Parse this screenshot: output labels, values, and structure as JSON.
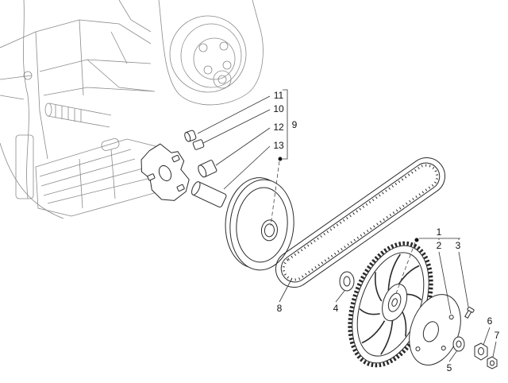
{
  "callouts": [
    "11",
    "10",
    "12",
    "13",
    "9",
    "8",
    "4",
    "1",
    "2",
    "3",
    "5",
    "6",
    "7"
  ]
}
